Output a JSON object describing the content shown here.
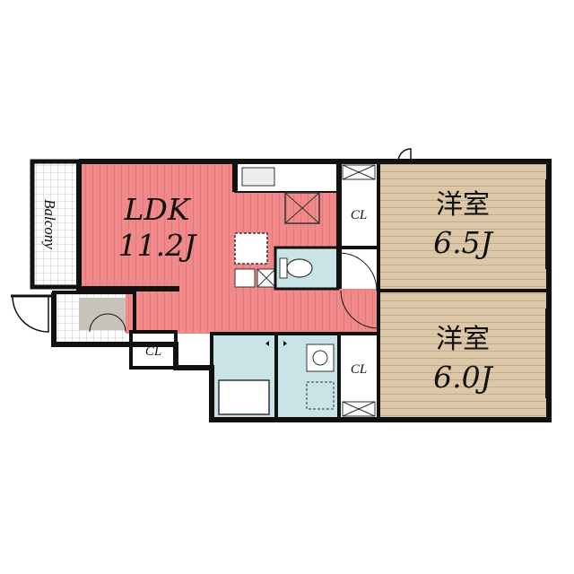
{
  "rooms": {
    "ldk": {
      "name": "LDK",
      "size": "11.2J",
      "color": "#f08a8a"
    },
    "western1": {
      "name": "洋室",
      "size": "6.5J",
      "color": "#dcc8a8"
    },
    "western2": {
      "name": "洋室",
      "size": "6.0J",
      "color": "#dcc8a8"
    },
    "bathroom_color": "#c8e4e6",
    "entrance_color": "#c8c3b8"
  },
  "closets": {
    "cl1": "CL",
    "cl2": "CL",
    "cl3": "CL"
  },
  "balcony": "Balcony"
}
